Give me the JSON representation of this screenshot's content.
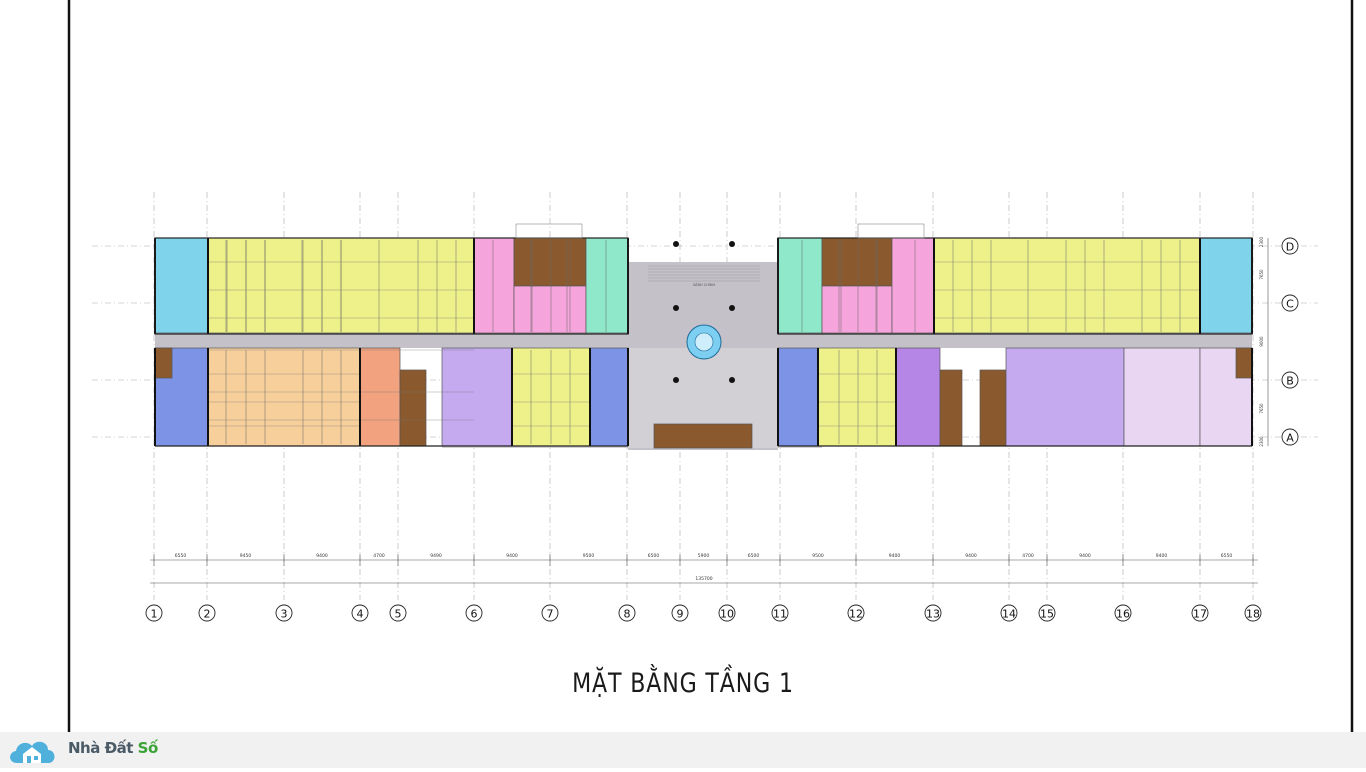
{
  "drawing": {
    "title": "MẶT BẰNG TẦNG 1",
    "column_grid": [
      "1",
      "2",
      "3",
      "4",
      "5",
      "6",
      "7",
      "8",
      "9",
      "10",
      "11",
      "12",
      "13",
      "14",
      "15",
      "16",
      "17",
      "18"
    ],
    "row_grid": [
      "D",
      "C",
      "B",
      "A"
    ],
    "spans": [
      "6550",
      "9450",
      "9400",
      "4700",
      "9490",
      "9400",
      "9500",
      "6500",
      "5900",
      "6500",
      "9500",
      "9400",
      "9400",
      "4700",
      "9400",
      "9400",
      "6550"
    ],
    "total_length": "135700",
    "row_dims": [
      "2300",
      "7650",
      "9000",
      "7650",
      "2300"
    ],
    "center_label": "SẢNH CHÍNH"
  },
  "footer": {
    "brand_name": "Nhà Đất ",
    "brand_accent": "Số"
  },
  "colors": {
    "cyan": "#7fd3ea",
    "yellow": "#eef08a",
    "pink": "#f6a5dc",
    "brown": "#8a5a2e",
    "mint": "#8fe8c9",
    "blue": "#7d93e6",
    "peach": "#f7cf9b",
    "salmon": "#f2a27e",
    "lavender": "#c6aaf0",
    "purple": "#b686e6",
    "light_lavender": "#e9d6f2",
    "gray": "#c4c2c8"
  }
}
